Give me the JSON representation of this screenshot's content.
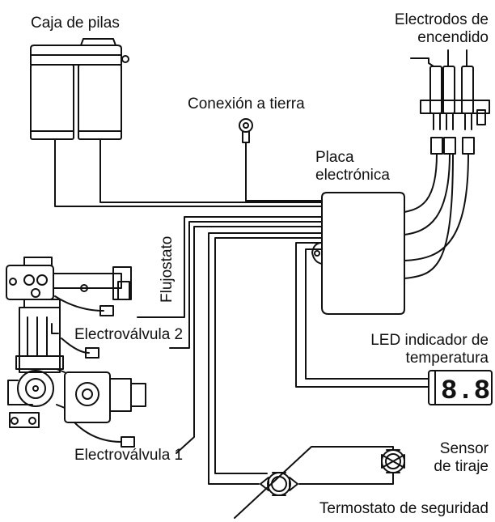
{
  "labels": {
    "battery_box": "Caja de pilas",
    "ignition_electrodes_line1": "Electrodos de",
    "ignition_electrodes_line2": "encendido",
    "ground_connection": "Conexión a tierra",
    "control_board_line1": "Placa",
    "control_board_line2": "electrónica",
    "flow_switch": "Flujostato",
    "solenoid_valve_2": "Electroválvula 2",
    "solenoid_valve_1": "Electroválvula 1",
    "led_indicator_line1": "LED indicador de",
    "led_indicator_line2": "temperatura",
    "flue_sensor_line1": "Sensor",
    "flue_sensor_line2": "de tiraje",
    "safety_thermostat": "Termostato de seguridad"
  },
  "led_display": "8.8."
}
